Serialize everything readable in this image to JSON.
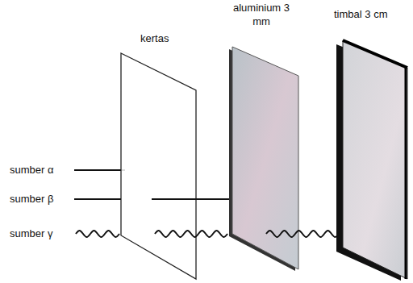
{
  "diagram": {
    "labels": [
      "kertas",
      "aluminium 3 mm",
      "timbal 3 cm",
      "sumber α",
      "sumber β",
      "sumber γ"
    ]
  }
}
